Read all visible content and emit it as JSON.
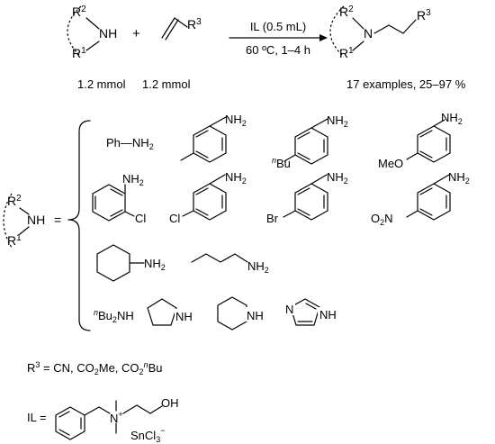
{
  "reaction": {
    "conditions_top": "IL (0.5 mL)",
    "conditions_bottom": "60 ºC, 1–4 h",
    "amine_amount": "1.2 mmol",
    "alkene_amount": "1.2 mmol",
    "result": "17 examples, 25–97 %",
    "plus": "+"
  },
  "labels": {
    "R1": "R",
    "R2": "R",
    "R3": "R",
    "sup1": "1",
    "sup2": "2",
    "sup3": "3",
    "NH": "NH",
    "N": "N",
    "H": "H",
    "NH2": "NH",
    "sub2": "2",
    "equals": "="
  },
  "amines": {
    "aniline": "Ph—NH",
    "nbu_prefix": "n",
    "bu": "Bu",
    "meo": "MeO",
    "cl": "Cl",
    "br": "Br",
    "o2n": "O",
    "o2n_n": "N",
    "dibutylamine_prefix": "n",
    "dibutylamine": "Bu",
    "dibutylamine_tail": "NH"
  },
  "r3_definition": {
    "text": "R",
    "sup": "3",
    "rest": " = CN, CO",
    "sub2": "2",
    "me": "Me, CO",
    "sub2b": "2",
    "n": "n",
    "bu": "Bu"
  },
  "ionic_liquid": {
    "label": "IL =",
    "oh": "OH",
    "nplus": "N",
    "plus": "+",
    "counterion": "SnCl",
    "sub3": "3",
    "minus": "−"
  }
}
